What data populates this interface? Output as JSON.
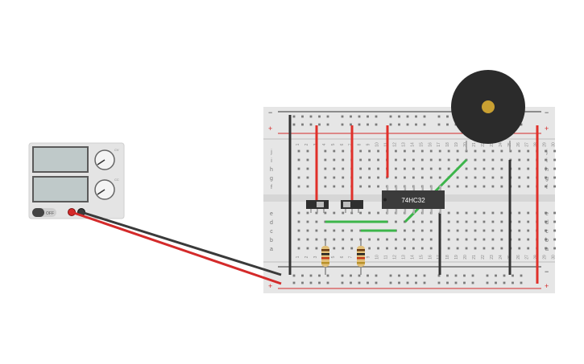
{
  "power_supply": {
    "off_label": "OFF",
    "knob_voltage_label": "CV",
    "knob_current_label": "CC",
    "wire_colors": {
      "positive": "#d42a2a",
      "negative": "#3a3a3a"
    }
  },
  "breadboard": {
    "rail_minus_label": "−",
    "rail_plus_label": "+",
    "row_letters_top": [
      "j",
      "i",
      "h",
      "g",
      "f"
    ],
    "row_letters_bottom": [
      "e",
      "d",
      "c",
      "b",
      "a"
    ],
    "column_numbers": [
      "1",
      "2",
      "3",
      "4",
      "5",
      "6",
      "7",
      "8",
      "9",
      "10",
      "11",
      "12",
      "13",
      "14",
      "15",
      "16",
      "17",
      "18",
      "19",
      "20",
      "21",
      "22",
      "23",
      "24",
      "25",
      "26",
      "27",
      "28",
      "29",
      "30"
    ]
  },
  "chip": {
    "part_number": "74HC32"
  },
  "colors": {
    "red_wire": "#e0302a",
    "black_wire": "#3a3a3a",
    "green_wire": "#3cb54a",
    "board": "#e6e6e6",
    "buzzer": "#2b2b2b",
    "buzzer_center": "#c9a032"
  }
}
